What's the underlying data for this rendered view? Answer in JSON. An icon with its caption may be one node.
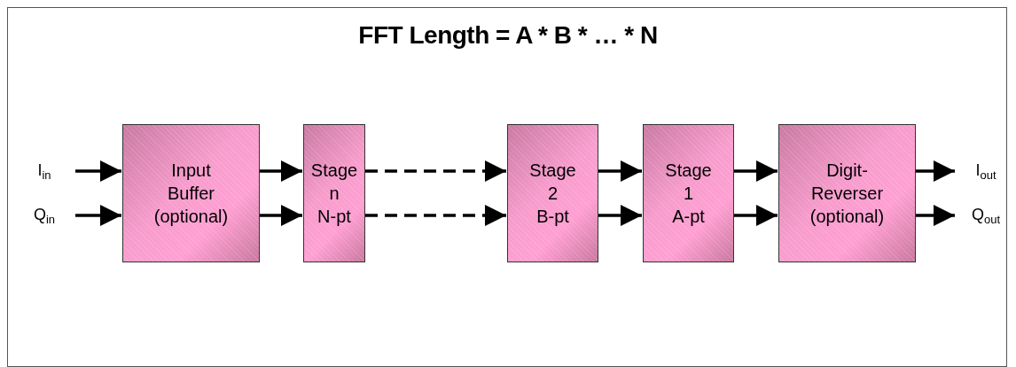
{
  "diagram": {
    "title": "FFT Length = A * B * … * N",
    "nodes": [
      {
        "text": [
          "I$_{in}$"
        ]
      },
      {
        "text": [
          "Q$_{in}$"
        ]
      },
      {
        "text": [
          "Input Buffer (optional)"
        ]
      },
      {
        "text": [
          "Stage n N-pt"
        ]
      },
      {
        "text": [
          "Stage 2 B-pt"
        ]
      },
      {
        "text": [
          "Stage 1 A-pt"
        ]
      },
      {
        "text": [
          "Digit- Reverser (optional)"
        ]
      },
      {
        "text": [
          "I$_{out}$"
        ]
      },
      {
        "text": [
          "Q$_{out}$"
        ]
      }
    ],
    "edges": [
      {
        "from": 0,
        "to": 2,
        "arrow": "to"
      },
      {
        "from": 1,
        "to": 2,
        "arrow": "to"
      },
      {
        "from": 2,
        "to": 3,
        "arrow": "to"
      },
      {
        "from": 2,
        "to": 3,
        "arrow": "to"
      },
      {
        "from": 3,
        "to": 4,
        "arrow": "to",
        "style": "dashed"
      },
      {
        "from": 3,
        "to": 4,
        "arrow": "to",
        "style": "dashed"
      },
      {
        "from": 4,
        "to": 5,
        "arrow": "to"
      },
      {
        "from": 4,
        "to": 5,
        "arrow": "to"
      },
      {
        "from": 5,
        "to": 6,
        "arrow": "to"
      },
      {
        "from": 5,
        "to": 6,
        "arrow": "to"
      },
      {
        "from": 6,
        "to": 7,
        "arrow": "to"
      },
      {
        "from": 6,
        "to": 8,
        "arrow": "to"
      }
    ]
  }
}
